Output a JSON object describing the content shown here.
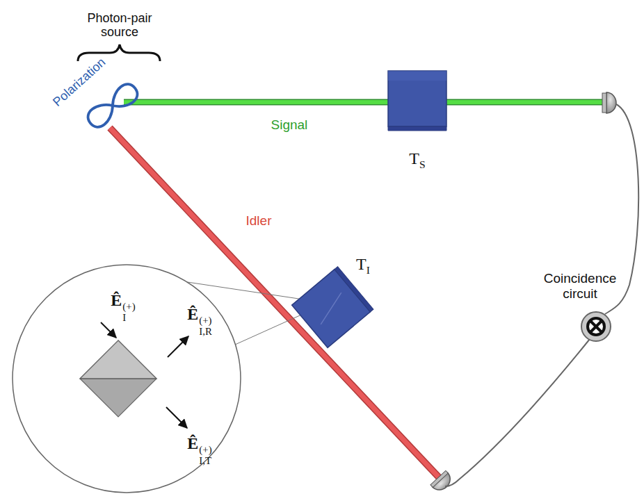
{
  "diagram": {
    "nodes": [
      {
        "text": [
          "T_S"
        ]
      },
      {
        "text": [
          "T_I"
        ]
      },
      {
        "text": [
          "Ê_I^(+)",
          "Ê_{I,R}^(+)",
          "Ê_{I,T}^(+)"
        ]
      }
    ],
    "edges": [
      {
        "from": 1,
        "to": 2,
        "arrow": "none"
      }
    ],
    "labels": [
      "Photon-pair source",
      "Polarization",
      "Signal",
      "Idler",
      "Coincidence circuit"
    ]
  }
}
